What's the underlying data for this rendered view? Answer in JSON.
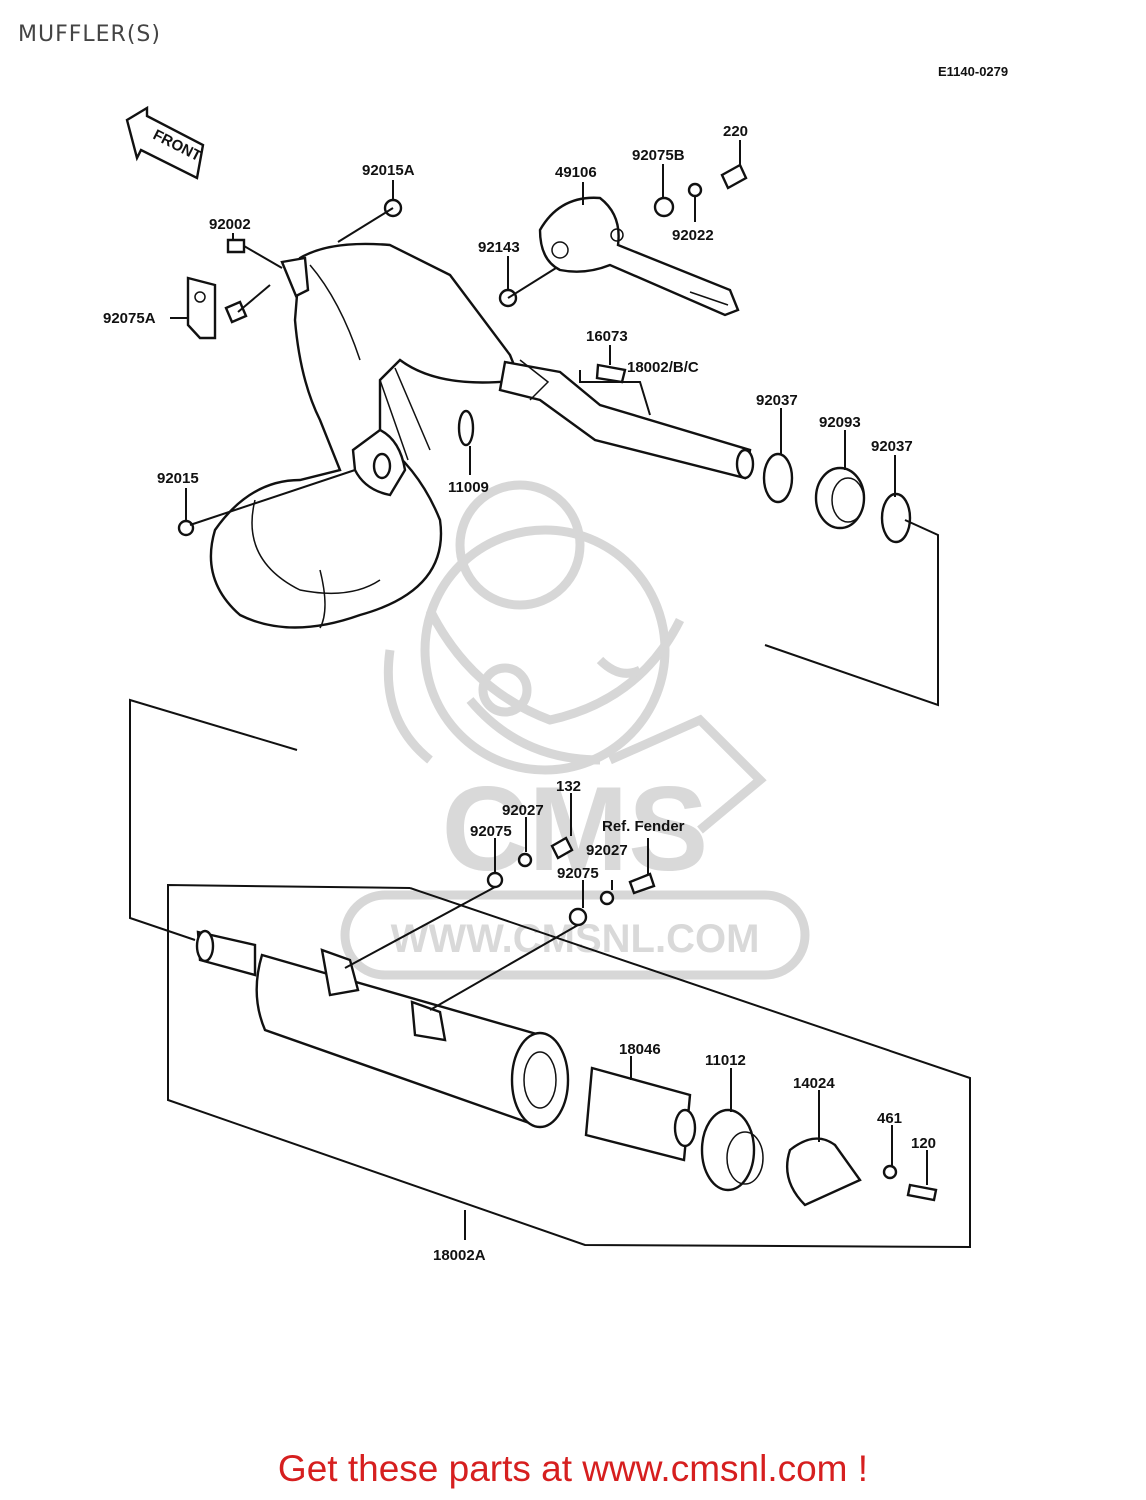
{
  "page": {
    "title": "MUFFLER(S)",
    "diagram_code": "E1140-0279",
    "front_arrow": "FRONT"
  },
  "watermark": {
    "logo_text": "CMS",
    "url_text": "WWW.CMSNL.COM"
  },
  "parts": {
    "p92015A": "92015A",
    "p49106": "49106",
    "p92075B": "92075B",
    "p220": "220",
    "p92002": "92002",
    "p92143": "92143",
    "p92022": "92022",
    "p92075A": "92075A",
    "p16073": "16073",
    "p18002BC": "18002/B/C",
    "p92037a": "92037",
    "p92093": "92093",
    "p92037b": "92037",
    "p92015": "92015",
    "p11009": "11009",
    "p132": "132",
    "p92027a": "92027",
    "p92075a": "92075",
    "p_ref_fender": "Ref. Fender",
    "p92027b": "92027",
    "p92075b": "92075",
    "p18046": "18046",
    "p11012": "11012",
    "p14024": "14024",
    "p461": "461",
    "p120": "120",
    "p18002A": "18002A"
  },
  "footer": {
    "text": "Get these parts at www.cmsnl.com !",
    "color": "#d61f1f"
  }
}
